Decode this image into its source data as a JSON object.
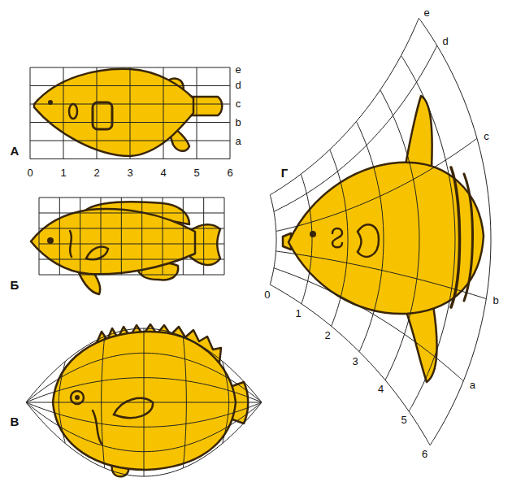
{
  "diagram": {
    "labels": [
      "e",
      "d",
      "c",
      "b",
      "a",
      "А",
      "0",
      "1",
      "2",
      "3",
      "4",
      "5",
      "6",
      "Б",
      "В",
      "Г",
      "e",
      "d",
      "c",
      "b",
      "a",
      "0",
      "1",
      "2",
      "3",
      "4",
      "5",
      "6"
    ]
  }
}
